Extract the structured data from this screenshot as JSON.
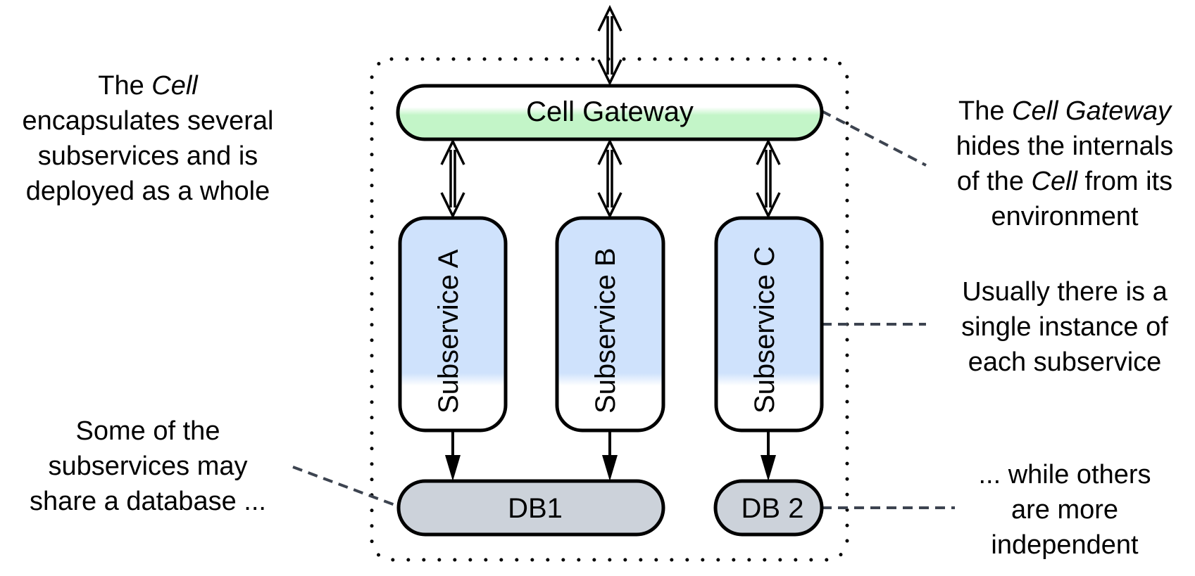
{
  "diagram": {
    "gateway": {
      "label": "Cell Gateway"
    },
    "subservices": [
      {
        "label": "Subservice A"
      },
      {
        "label": "Subservice B"
      },
      {
        "label": "Subservice C"
      }
    ],
    "databases": [
      {
        "label": "DB1"
      },
      {
        "label": "DB 2"
      }
    ],
    "edges": [
      {
        "from": "environment",
        "to": "Cell Gateway",
        "type": "bidirectional"
      },
      {
        "from": "Cell Gateway",
        "to": "Subservice A",
        "type": "bidirectional"
      },
      {
        "from": "Cell Gateway",
        "to": "Subservice B",
        "type": "bidirectional"
      },
      {
        "from": "Cell Gateway",
        "to": "Subservice C",
        "type": "bidirectional"
      },
      {
        "from": "Subservice A",
        "to": "DB1",
        "type": "directed"
      },
      {
        "from": "Subservice B",
        "to": "DB1",
        "type": "directed"
      },
      {
        "from": "Subservice C",
        "to": "DB 2",
        "type": "directed"
      }
    ],
    "colors": {
      "gateway_fill": "#c3f5c8",
      "subservice_fill": "#cfe2fc",
      "database_fill": "#ccd2da",
      "stroke": "#000000",
      "annotation_line": "#3d4450"
    }
  },
  "annotations": {
    "cell": {
      "lines": [
        [
          {
            "text": "The "
          },
          {
            "text": "Cell",
            "italic": true
          }
        ],
        [
          {
            "text": "encapsulates several"
          }
        ],
        [
          {
            "text": "subservices and is"
          }
        ],
        [
          {
            "text": "deployed as a whole"
          }
        ]
      ]
    },
    "shared_db": {
      "lines": [
        [
          {
            "text": "Some of the"
          }
        ],
        [
          {
            "text": "subservices may"
          }
        ],
        [
          {
            "text": "share a database ..."
          }
        ]
      ]
    },
    "gateway": {
      "lines": [
        [
          {
            "text": "The "
          },
          {
            "text": "Cell Gateway",
            "italic": true
          }
        ],
        [
          {
            "text": "hides the internals"
          }
        ],
        [
          {
            "text": "of the "
          },
          {
            "text": "Cell",
            "italic": true
          },
          {
            "text": " from its"
          }
        ],
        [
          {
            "text": "environment"
          }
        ]
      ]
    },
    "single_instance": {
      "lines": [
        [
          {
            "text": "Usually there is a"
          }
        ],
        [
          {
            "text": "single instance of"
          }
        ],
        [
          {
            "text": "each subservice"
          }
        ]
      ]
    },
    "independent_db": {
      "lines": [
        [
          {
            "text": "... while others"
          }
        ],
        [
          {
            "text": "are more"
          }
        ],
        [
          {
            "text": "independent"
          }
        ]
      ]
    }
  }
}
